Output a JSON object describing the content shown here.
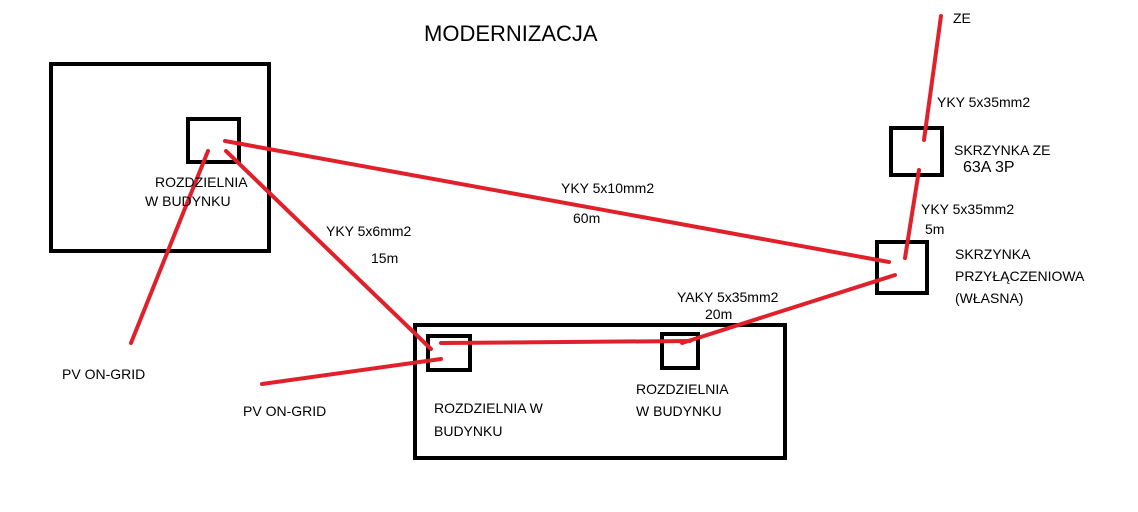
{
  "title": "MODERNIZACJA",
  "labels": {
    "ze": "ZE",
    "cable_ze": "YKY 5x35mm2",
    "box_ze_line1": "SKRZYNKA ZE",
    "box_ze_line2": "63A 3P",
    "cable_ze_conn": "YKY 5x35mm2",
    "len_ze_conn": "5m",
    "conn_line1": "SKRZYNKA",
    "conn_line2": "PRZYŁĄCZENIOWA",
    "conn_line3": "(WŁASNA)",
    "cable_main": "YKY 5x10mm2",
    "len_main": "60m",
    "cable_left": "YKY 5x6mm2",
    "len_left": "15m",
    "cable_right": "YAKY 5x35mm2",
    "len_right": "20m",
    "rozd_a_line1": "ROZDZIELNIA",
    "rozd_a_line2": "W BUDYNKU",
    "rozd_b_line1": "ROZDZIELNIA W",
    "rozd_b_line2": "BUDYNKU",
    "rozd_c_line1": "ROZDZIELNIA",
    "rozd_c_line2": "W BUDYNKU",
    "pv_1": "PV ON-GRID",
    "pv_2": "PV ON-GRID"
  },
  "colors": {
    "wire": "#e0202a",
    "outline": "#000000"
  }
}
